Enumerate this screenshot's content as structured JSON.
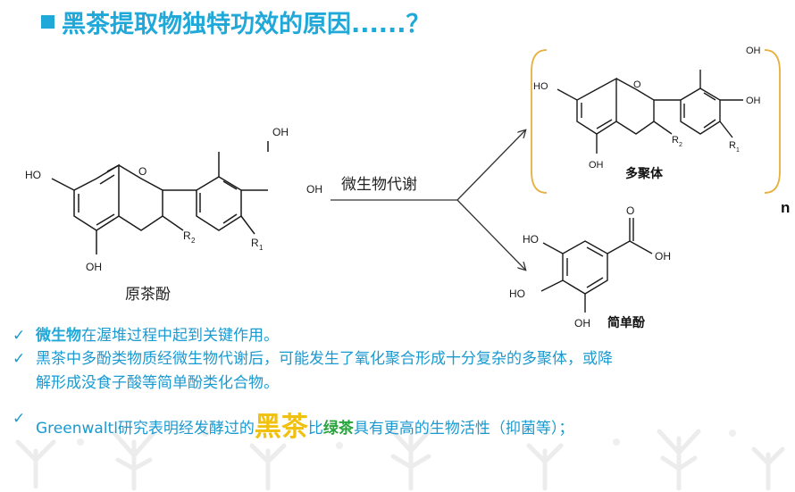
{
  "title": "黑茶提取物独特功效的原因......？",
  "labels": {
    "microbial_metabolism": "微生物代谢",
    "original_catechin": "原茶酚",
    "polymer": "多聚体",
    "simple_phenol": "简单酚",
    "n_subscript": "n"
  },
  "atoms": {
    "OH": "OH",
    "HO": "HO",
    "O": "O",
    "R": "R",
    "sub1": "1",
    "sub2": "2"
  },
  "bullets": {
    "b1_highlight": "微生物",
    "b1_rest": "在渥堆过程中起到关键作用。",
    "b2_line1": "黑茶中多酚类物质经微生物代谢后，可能发生了氧化聚合形成十分复杂的多聚体，或降",
    "b2_line2": "解形成没食子酸等简单酚类化合物。",
    "b3_start": "Greenwaltl研究表明经发酵过的",
    "b3_black_tea": "黑茶",
    "b3_mid": "比",
    "b3_green_tea": "绿茶",
    "b3_end": "具有更高的生物活性（抑菌等）；"
  },
  "colors": {
    "accent": "#1fa8d8",
    "yellow": "#f1c10f",
    "green": "#27a43c",
    "bracket": "#e8b040"
  }
}
